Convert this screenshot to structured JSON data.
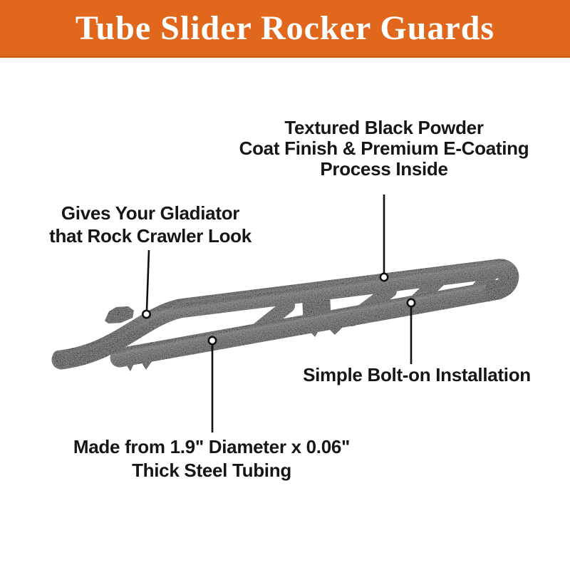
{
  "banner": {
    "title": "Tube Slider Rocker Guards",
    "bg_color": "#E0671C",
    "text_color": "#FFFFFF"
  },
  "product": {
    "name": "tube slider rocker guard - textured black steel bar",
    "finish_colors": {
      "base": "#2E2E2E",
      "highlight": "#5A5A5A",
      "shadow": "#161616"
    }
  },
  "callouts": {
    "coating": {
      "lines": [
        "Textured Black Powder",
        "Coat Finish & Premium E-Coating",
        "Process Inside"
      ]
    },
    "look": {
      "lines": [
        "Gives Your Gladiator",
        "that Rock Crawler Look"
      ]
    },
    "install": {
      "lines": [
        "Simple Bolt-on Installation"
      ]
    },
    "tubing": {
      "lines": [
        "Made from 1.9\" Diameter x 0.06\"",
        "Thick Steel Tubing"
      ]
    }
  }
}
